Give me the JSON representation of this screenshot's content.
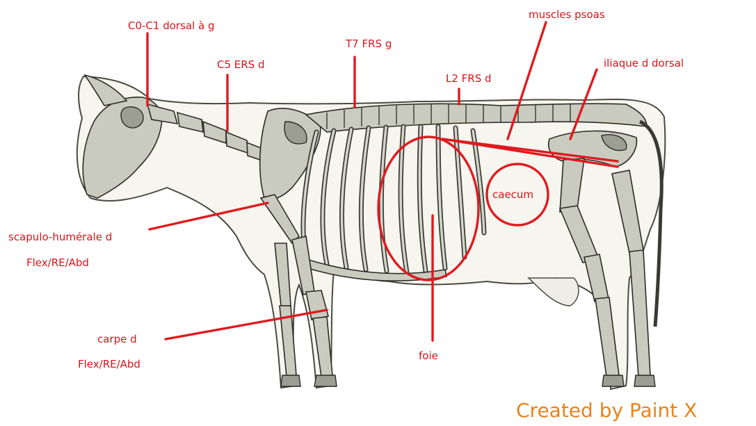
{
  "labels": {
    "c0c1": "C0-C1 dorsal à g",
    "c5": "C5 ERS d",
    "t7": "T7 FRS g",
    "psoas": "muscles psoas",
    "l2": "L2 FRS d",
    "iliaque": "iliaque d dorsal",
    "caecum": "caecum",
    "scapulo_line1": "scapulo-humérale d",
    "scapulo_line2": "Flex/RE/Abd",
    "carpe_line1": "carpe d",
    "carpe_line2": "Flex/RE/Abd",
    "foie": "foie"
  },
  "watermark": "Created by Paint X",
  "colors": {
    "annotation": "#e01a1f",
    "watermark": "#e8831a"
  }
}
